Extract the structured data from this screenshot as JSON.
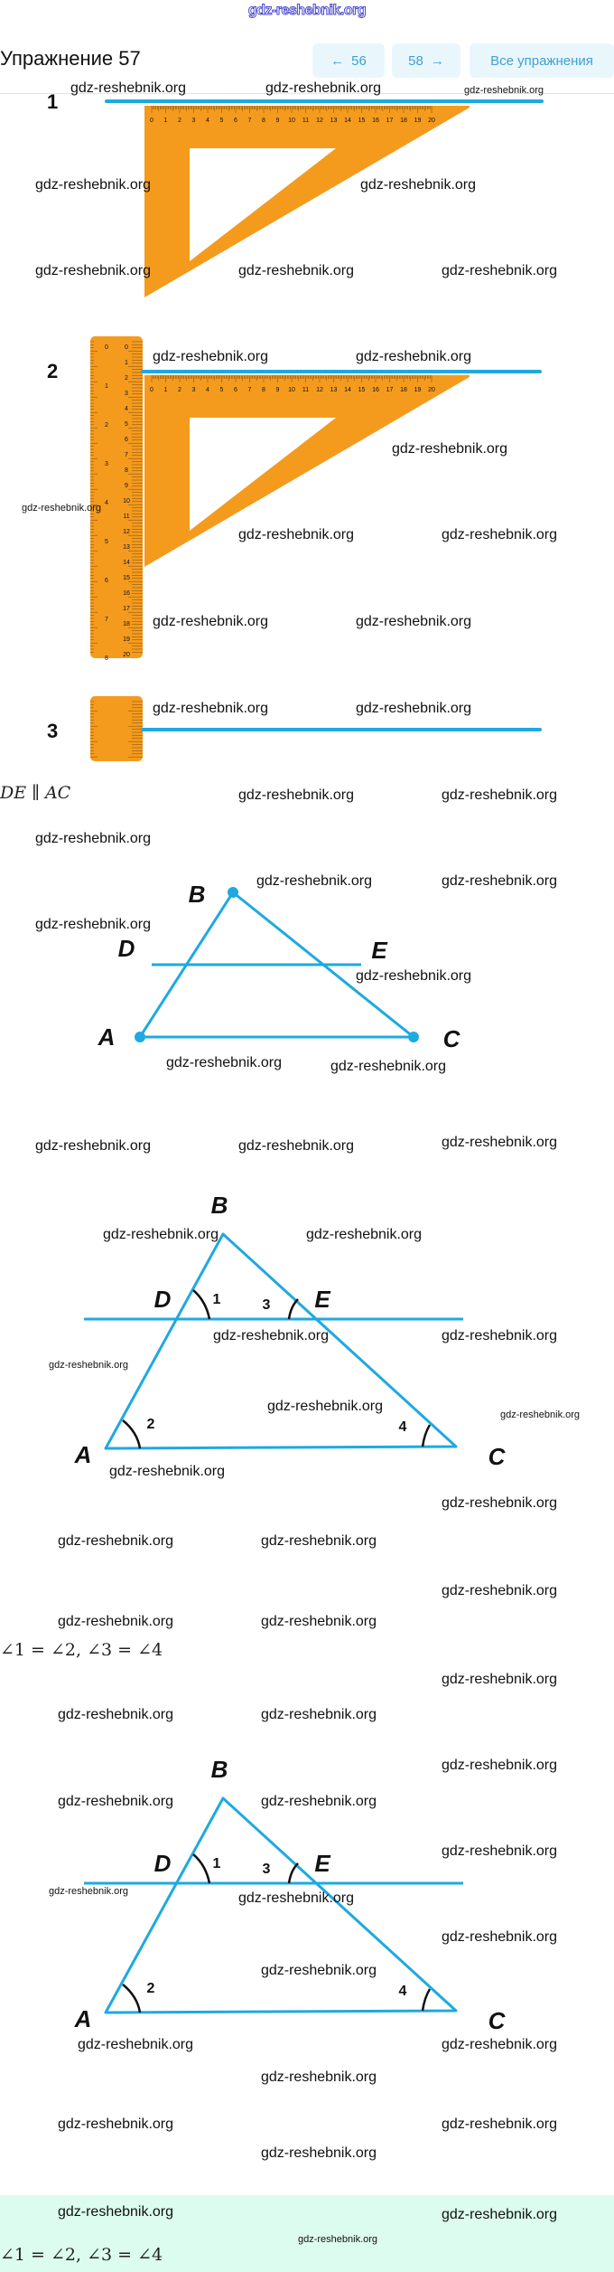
{
  "site_watermark": "gdz-reshebnik.org",
  "watermark": "gdz-reshebnik.org",
  "header": {
    "title": "Упражнение 57",
    "prev": {
      "arrow": "←",
      "label": "56"
    },
    "next": {
      "label": "58",
      "arrow": "→"
    },
    "all": "Все упражнения"
  },
  "steps": [
    "1",
    "2",
    "3"
  ],
  "ruler_h_labels": [
    "0",
    "1",
    "2",
    "3",
    "4",
    "5",
    "6",
    "7",
    "8",
    "9",
    "10",
    "11",
    "12",
    "13",
    "14",
    "15",
    "16",
    "17",
    "18",
    "19",
    "20"
  ],
  "ruler_v_labels": [
    "0",
    "1",
    "2",
    "3",
    "4",
    "5",
    "6",
    "7",
    "8",
    "9",
    "10",
    "11",
    "12",
    "13",
    "14",
    "15",
    "16",
    "17",
    "18",
    "19",
    "20"
  ],
  "ruler_v_inch": [
    "0",
    "1",
    "2",
    "3",
    "4",
    "5",
    "6",
    "7",
    "8"
  ],
  "parallel_statement": "DE ∥ AC",
  "points": {
    "A": "A",
    "B": "B",
    "C": "C",
    "D": "D",
    "E": "E"
  },
  "angles": [
    "1",
    "2",
    "3",
    "4"
  ],
  "conclusion": "∠1 = ∠2, ∠3 = ∠4",
  "colors": {
    "line": "#1ea9e1",
    "ruler": "#f49b1e",
    "accent": "#3f9fd3",
    "answer_bg": "#dcfcef"
  }
}
